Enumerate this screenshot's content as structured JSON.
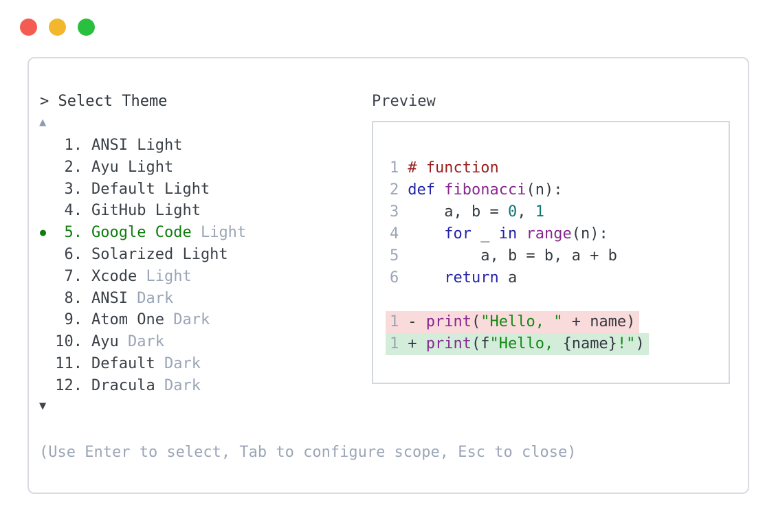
{
  "window": {
    "traffic_lights": [
      {
        "name": "close",
        "color": "#f45c51"
      },
      {
        "name": "minimize",
        "color": "#f3b72d"
      },
      {
        "name": "zoom",
        "color": "#28c03e"
      }
    ]
  },
  "theme_selector": {
    "title": "> Select Theme",
    "up_arrow": "▲",
    "down_arrow": "▼",
    "items": [
      {
        "number": "1.",
        "name": "ANSI Light",
        "variant": "",
        "selected": false
      },
      {
        "number": "2.",
        "name": "Ayu Light",
        "variant": "",
        "selected": false
      },
      {
        "number": "3.",
        "name": "Default Light",
        "variant": "",
        "selected": false
      },
      {
        "number": "4.",
        "name": "GitHub Light",
        "variant": "",
        "selected": false
      },
      {
        "number": "5.",
        "name": "Google Code",
        "variant": " Light",
        "selected": true
      },
      {
        "number": "6.",
        "name": "Solarized Light",
        "variant": "",
        "selected": false
      },
      {
        "number": "7.",
        "name": "Xcode",
        "variant": " Light",
        "selected": false
      },
      {
        "number": "8.",
        "name": "ANSI",
        "variant": " Dark",
        "selected": false
      },
      {
        "number": "9.",
        "name": "Atom One",
        "variant": " Dark",
        "selected": false
      },
      {
        "number": "10.",
        "name": "Ayu",
        "variant": " Dark",
        "selected": false
      },
      {
        "number": "11.",
        "name": "Default",
        "variant": " Dark",
        "selected": false
      },
      {
        "number": "12.",
        "name": "Dracula",
        "variant": " Dark",
        "selected": false
      }
    ],
    "selected_bullet": "●",
    "help": "(Use Enter to select, Tab to configure scope, Esc to close)"
  },
  "preview": {
    "label": "Preview",
    "lines": [
      {
        "ln": "1",
        "diff": "",
        "tokens": [
          [
            "com",
            "# function"
          ]
        ]
      },
      {
        "ln": "2",
        "diff": "",
        "tokens": [
          [
            "kw",
            "def"
          ],
          [
            "pl",
            " "
          ],
          [
            "fn",
            "fibonacci"
          ],
          [
            "pl",
            "(n):"
          ]
        ]
      },
      {
        "ln": "3",
        "diff": "",
        "tokens": [
          [
            "pl",
            "    a, b = "
          ],
          [
            "num",
            "0"
          ],
          [
            "pl",
            ", "
          ],
          [
            "num",
            "1"
          ]
        ]
      },
      {
        "ln": "4",
        "diff": "",
        "tokens": [
          [
            "pl",
            "    "
          ],
          [
            "kw",
            "for"
          ],
          [
            "pl",
            " _ "
          ],
          [
            "kw",
            "in"
          ],
          [
            "pl",
            " "
          ],
          [
            "fn",
            "range"
          ],
          [
            "pl",
            "(n):"
          ]
        ]
      },
      {
        "ln": "5",
        "diff": "",
        "tokens": [
          [
            "pl",
            "        a, b = b, a + b"
          ]
        ]
      },
      {
        "ln": "6",
        "diff": "",
        "tokens": [
          [
            "pl",
            "    "
          ],
          [
            "kw",
            "return"
          ],
          [
            "pl",
            " a"
          ]
        ]
      },
      {
        "ln": "",
        "diff": "",
        "tokens": []
      },
      {
        "ln": "1",
        "diff": "removed",
        "tokens": [
          [
            "pl",
            "- "
          ],
          [
            "fn",
            "print"
          ],
          [
            "pl",
            "("
          ],
          [
            "str",
            "\"Hello, \""
          ],
          [
            "pl",
            " + name)"
          ]
        ]
      },
      {
        "ln": "1",
        "diff": "added",
        "tokens": [
          [
            "pl",
            "+ "
          ],
          [
            "fn",
            "print"
          ],
          [
            "pl",
            "(f"
          ],
          [
            "str",
            "\"Hello, "
          ],
          [
            "pl",
            "{name}"
          ],
          [
            "str",
            "!\""
          ],
          [
            "pl",
            ")"
          ]
        ]
      }
    ]
  },
  "colors": {
    "selected_green": "#0e7d0e",
    "secondary_gray": "#9aa5b6",
    "diff_removed_bg": "#fadbdb",
    "diff_added_bg": "#d4eddb",
    "token_keyword": "#2323a8",
    "token_function": "#87288f",
    "token_comment": "#992020",
    "token_number": "#0f7474",
    "token_string": "#128812",
    "panel_border": "#d8dbe2"
  }
}
